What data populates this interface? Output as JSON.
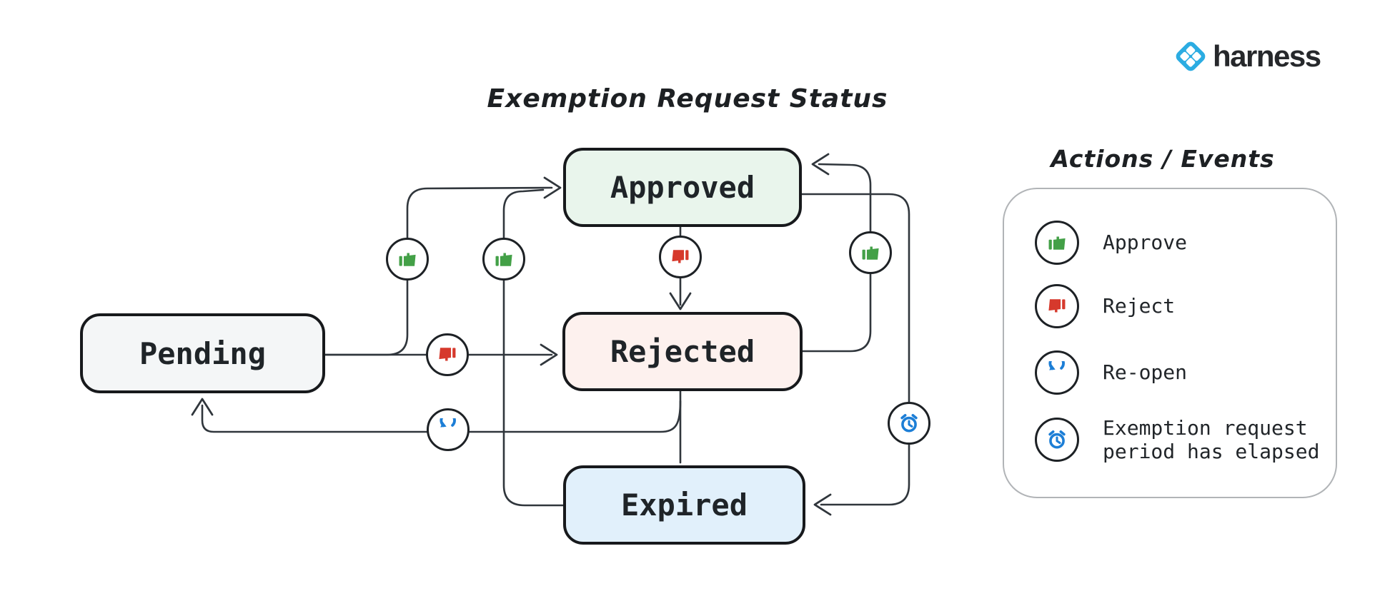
{
  "title": "Exemption Request Status",
  "brand": {
    "name": "harness",
    "icon": "harness-logo-diamond",
    "logo_color": "#2bace2"
  },
  "nodes": {
    "pending": {
      "label": "Pending",
      "fill": "#f4f6f7"
    },
    "approved": {
      "label": "Approved",
      "fill": "#e9f5ec"
    },
    "rejected": {
      "label": "Rejected",
      "fill": "#fdf1ee"
    },
    "expired": {
      "label": "Expired",
      "fill": "#e1f0fb"
    }
  },
  "transitions": [
    {
      "from": "Pending",
      "to": "Approved",
      "action": "Approve"
    },
    {
      "from": "Pending",
      "to": "Rejected",
      "action": "Reject"
    },
    {
      "from": "Approved",
      "to": "Rejected",
      "action": "Reject"
    },
    {
      "from": "Rejected",
      "to": "Approved",
      "action": "Approve"
    },
    {
      "from": "Expired",
      "to": "Approved",
      "action": "Approve"
    },
    {
      "from": "Rejected",
      "to": "Pending",
      "action": "Re-open"
    },
    {
      "from": "Approved",
      "to": "Expired",
      "action": "Exemption request period has elapsed"
    }
  ],
  "legend": {
    "title": "Actions / Events",
    "items": [
      {
        "icon": "thumbs-up-icon",
        "label": "Approve",
        "color": "#43a047"
      },
      {
        "icon": "thumbs-down-icon",
        "label": "Reject",
        "color": "#d6392c"
      },
      {
        "icon": "reopen-icon",
        "label": "Re-open",
        "color": "#1c7ed6"
      },
      {
        "icon": "alarm-icon",
        "label": "Exemption request period has elapsed",
        "color": "#1c7ed6"
      }
    ]
  },
  "colors": {
    "edge": "#30363c",
    "node_border": "#17191c",
    "legend_border": "#b1b4b7"
  }
}
